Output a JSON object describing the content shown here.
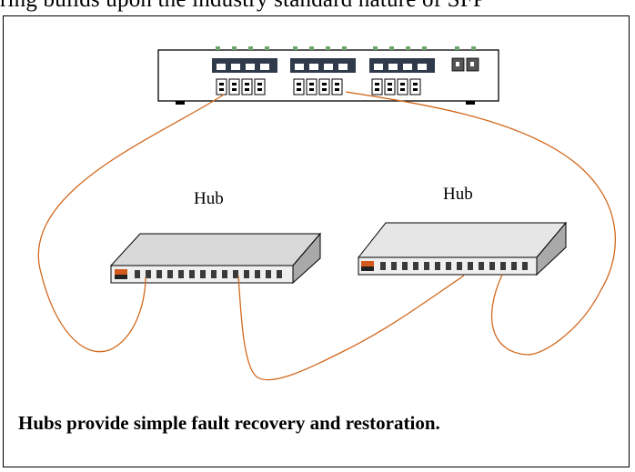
{
  "header_text": "ring builds upon the industry standard nature of SFP",
  "hub_left_label": "Hub",
  "hub_right_label": "Hub",
  "caption": "Hubs provide simple fault recovery and restoration.",
  "colors": {
    "cable": "#d2691e",
    "frame": "#000000",
    "device_fill": "#ffffff",
    "hub_top": "#d9d9d9",
    "hub_front": "#efefef",
    "port_dark": "#3a3a3a"
  }
}
